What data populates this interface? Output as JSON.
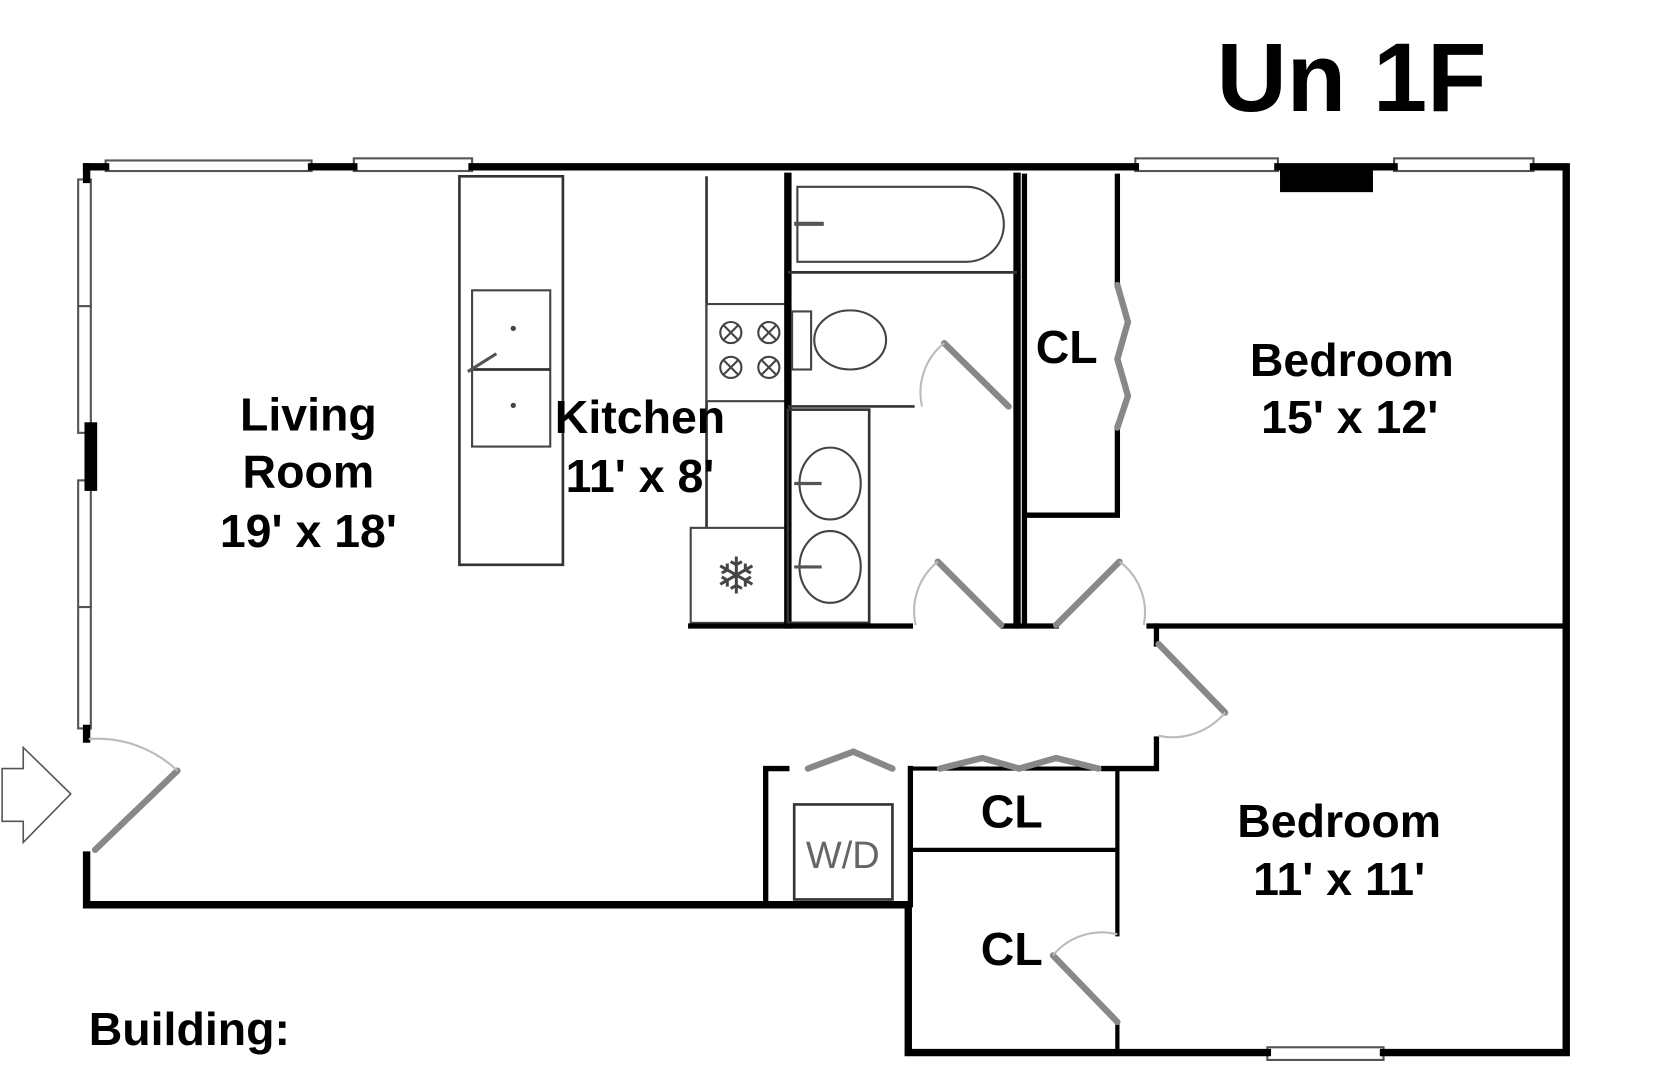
{
  "title": "Un 1F",
  "footer": {
    "building_label": "Building:"
  },
  "rooms": {
    "living": {
      "name_line1": "Living",
      "name_line2": "Room",
      "size": "19' x 18'"
    },
    "kitchen": {
      "name": "Kitchen",
      "size": "11' x 8'"
    },
    "bedroom1": {
      "name": "Bedroom",
      "size": "15' x 12'"
    },
    "bedroom2": {
      "name": "Bedroom",
      "size": "11' x 11'"
    },
    "closet_upper": "CL",
    "closet_middle": "CL",
    "closet_lower": "CL",
    "laundry": "W/D"
  }
}
